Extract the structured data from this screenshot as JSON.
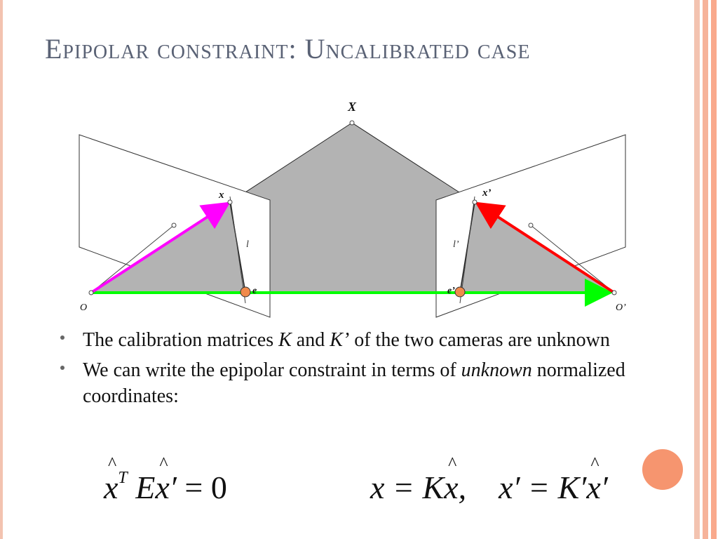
{
  "slide": {
    "title": "Epipolar constraint: Uncalibrated case"
  },
  "diagram": {
    "labels": {
      "X": "X",
      "x": "x",
      "x_prime": "x’",
      "l": "l",
      "l_prime": "l’",
      "e": "e",
      "e_prime": "e’",
      "O": "O",
      "O_prime": "O’"
    },
    "colors": {
      "plane_fill": "#b3b3b3",
      "ray_left": "#ff00ff",
      "ray_right": "#ff0000",
      "baseline": "#00ff00",
      "epipole": "#f08a4b"
    }
  },
  "bullets": [
    {
      "before": "The calibration matrices ",
      "K": "K",
      "mid": " and ",
      "K_prime": "K’",
      "after": " of the two cameras are unknown"
    },
    {
      "before": "We can write the epipolar constraint in terms of ",
      "emph": "unknown",
      "after": " normalized coordinates:"
    }
  ],
  "equations": {
    "left": {
      "x": "x",
      "T": "T",
      "E": "E",
      "xp": "x′",
      "rest": " = 0"
    },
    "right": {
      "a": "x = K",
      "b": "x",
      "c": ",    x′ = K′",
      "d": "x′"
    }
  },
  "theme": {
    "stripe_colors": [
      "#f3c3b0",
      "#f6b39a",
      "#f9a98c"
    ]
  }
}
